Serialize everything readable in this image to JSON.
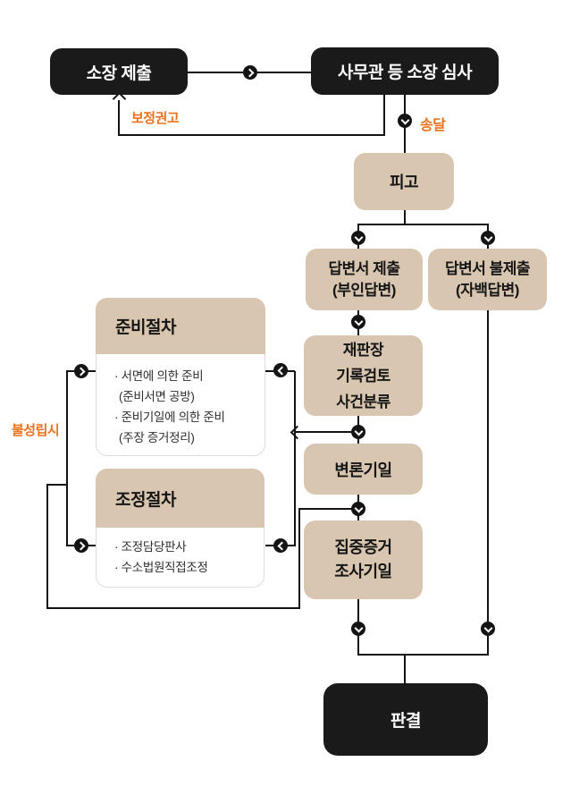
{
  "colors": {
    "node_black": "#1a1a1a",
    "node_beige": "#d9c6b1",
    "accent_orange": "#ee721d",
    "line": "#131313"
  },
  "nodes": {
    "complaint": "소장 제출",
    "review": "사무관 등 소장 심사",
    "defendant": "피고",
    "answer_filed": [
      "답변서 제출",
      "(부인답변)"
    ],
    "answer_not_filed": [
      "답변서 불제출",
      "(자백답변)"
    ],
    "record_review": [
      "재판장",
      "기록검토",
      "사건분류"
    ],
    "hearing": "변론기일",
    "evidence": [
      "집중증거",
      "조사기일"
    ],
    "judgment": "판결"
  },
  "cards": {
    "preparation": {
      "title": "준비절차",
      "items": [
        "· 서면에 의한 준비",
        "(준비서면 공방)",
        "· 준비기일에 의한 준비",
        "(주장 증거정리)"
      ]
    },
    "mediation": {
      "title": "조정절차",
      "items": [
        "· 조정담당판사",
        "· 수소법원직접조정"
      ]
    }
  },
  "edge_labels": {
    "correction": "보정권고",
    "service": "송달",
    "failure": "불성립시"
  }
}
